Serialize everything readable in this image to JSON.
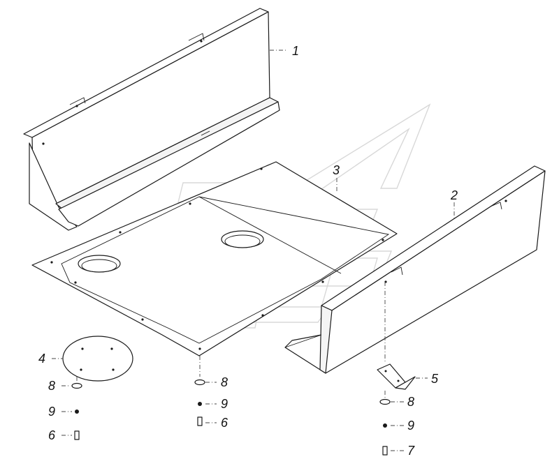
{
  "diagram": {
    "callouts": {
      "c1": "1",
      "c2": "2",
      "c3": "3",
      "c4": "4",
      "c5": "5",
      "c6a": "6",
      "c6b": "6",
      "c7": "7",
      "c8a": "8",
      "c8b": "8",
      "c8c": "8",
      "c9a": "9",
      "c9b": "9",
      "c9c": "9"
    },
    "watermark": "kamaz-logo"
  }
}
